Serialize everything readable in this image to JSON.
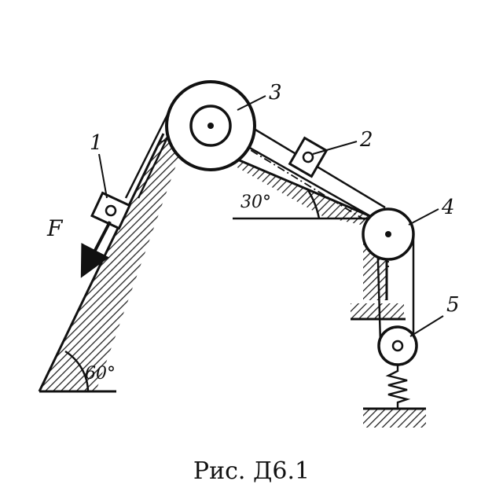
{
  "labels": {
    "body1": "1",
    "body2": "2",
    "body3": "3",
    "body4": "4",
    "body5": "5",
    "force": "F",
    "angle_left": "60°",
    "angle_right": "30°"
  },
  "caption": "Рис.  Д6.1"
}
